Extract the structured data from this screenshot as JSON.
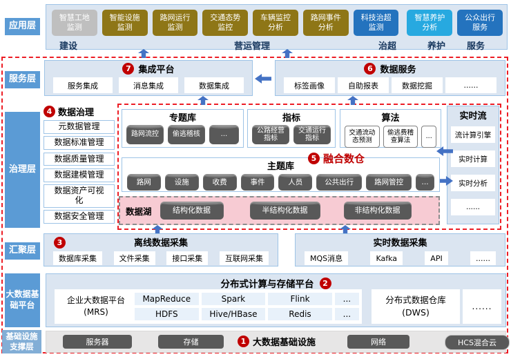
{
  "colors": {
    "accent_red_dashed": "#EC1C24",
    "badge_red": "#C00000",
    "layer_label_blue": "#5B9BD5",
    "layer_label_light_blue": "#82AED6",
    "panel_light_blue": "#DBE5F1",
    "panel_border_blue": "#9DC3E6",
    "button_olive": "#8E7617",
    "button_gray": "#BFBFBF",
    "button_blue": "#2473BE",
    "button_cyan": "#27A9E0",
    "cylinder_gray": "#595959",
    "data_lake_pink": "#F7CBD3",
    "group_label_navy": "#17375E",
    "arrow_blue": "#4472C4",
    "infra_strip_gray": "#E7E6E6"
  },
  "application": {
    "label": "应用层",
    "buttons": [
      {
        "label": "智慧工地监测",
        "style": "gray"
      },
      {
        "label": "智能设施监测",
        "style": "olive"
      },
      {
        "label": "路网运行监测",
        "style": "olive"
      },
      {
        "label": "交通态势监控",
        "style": "olive"
      },
      {
        "label": "车辆监控分析",
        "style": "olive"
      },
      {
        "label": "路网事件分析",
        "style": "olive"
      },
      {
        "label": "科技治超监测",
        "style": "blue"
      },
      {
        "label": "智慧养护分析",
        "style": "cyan"
      },
      {
        "label": "公众出行服务",
        "style": "blue"
      }
    ],
    "groups": [
      "建设",
      "营运管理",
      "治超",
      "养护",
      "服务"
    ]
  },
  "service": {
    "label": "服务层",
    "integration": {
      "badge": "7",
      "title": "集成平台",
      "items": [
        "服务集成",
        "消息集成",
        "数据集成"
      ]
    },
    "data_service": {
      "badge": "6",
      "title": "数据服务",
      "items": [
        "标签画像",
        "自助报表",
        "数据挖掘",
        "......"
      ]
    }
  },
  "governance": {
    "label": "治理层",
    "data_governance": {
      "badge": "4",
      "title": "数据治理",
      "items": [
        "元数据管理",
        "数据标准管理",
        "数据质量管理",
        "数据建模管理",
        "数据资产可视化",
        "数据安全管理"
      ]
    },
    "thematic_lib": {
      "title": "专题库",
      "items": [
        "路网流控",
        "偷逃稽核",
        "..."
      ]
    },
    "indicators": {
      "title": "指标",
      "items": [
        "公路经营指标",
        "交通运行指标"
      ]
    },
    "algorithms": {
      "title": "算法",
      "items": [
        "交通流动态预测",
        "偷逃费稽查算法",
        "..."
      ]
    },
    "fusion_warehouse": {
      "badge": "5",
      "title": "融合数仓"
    },
    "theme_lib": {
      "title": "主题库",
      "items": [
        "路网",
        "设施",
        "收费",
        "事件",
        "人员",
        "公共出行",
        "路网管控",
        "..."
      ]
    },
    "data_lake": {
      "title": "数据湖",
      "items": [
        "结构化数据",
        "半结构化数据",
        "非结构化数据"
      ]
    },
    "realtime_stream": {
      "title": "实时流",
      "items": [
        "流计算引擎",
        "实时计算",
        "实时分析",
        "......"
      ]
    }
  },
  "aggregation": {
    "label": "汇聚层",
    "offline": {
      "badge": "3",
      "title": "离线数据采集",
      "items": [
        "数据库采集",
        "文件采集",
        "接口采集",
        "互联网采集"
      ]
    },
    "realtime": {
      "title": "实时数据采集",
      "items": [
        "MQS消息",
        "Kafka",
        "API",
        "......"
      ]
    }
  },
  "platform": {
    "label": "大数据基础平台",
    "badge": "2",
    "title": "分布式计算与存储平台",
    "mrs": {
      "name": "企业大数据平台",
      "sub": "(MRS)",
      "row1": [
        "MapReduce",
        "Spark",
        "Flink",
        "..."
      ],
      "row2": [
        "HDFS",
        "Hive/HBase",
        "Redis",
        "..."
      ]
    },
    "dws": {
      "name": "分布式数据仓库",
      "sub": "(DWS)"
    },
    "more": "......"
  },
  "infrastructure": {
    "label": "基础设施支撑层",
    "badge": "1",
    "caption": "大数据基础设施",
    "items": [
      "服务器",
      "存储",
      "网络",
      "HCS混合云"
    ]
  }
}
